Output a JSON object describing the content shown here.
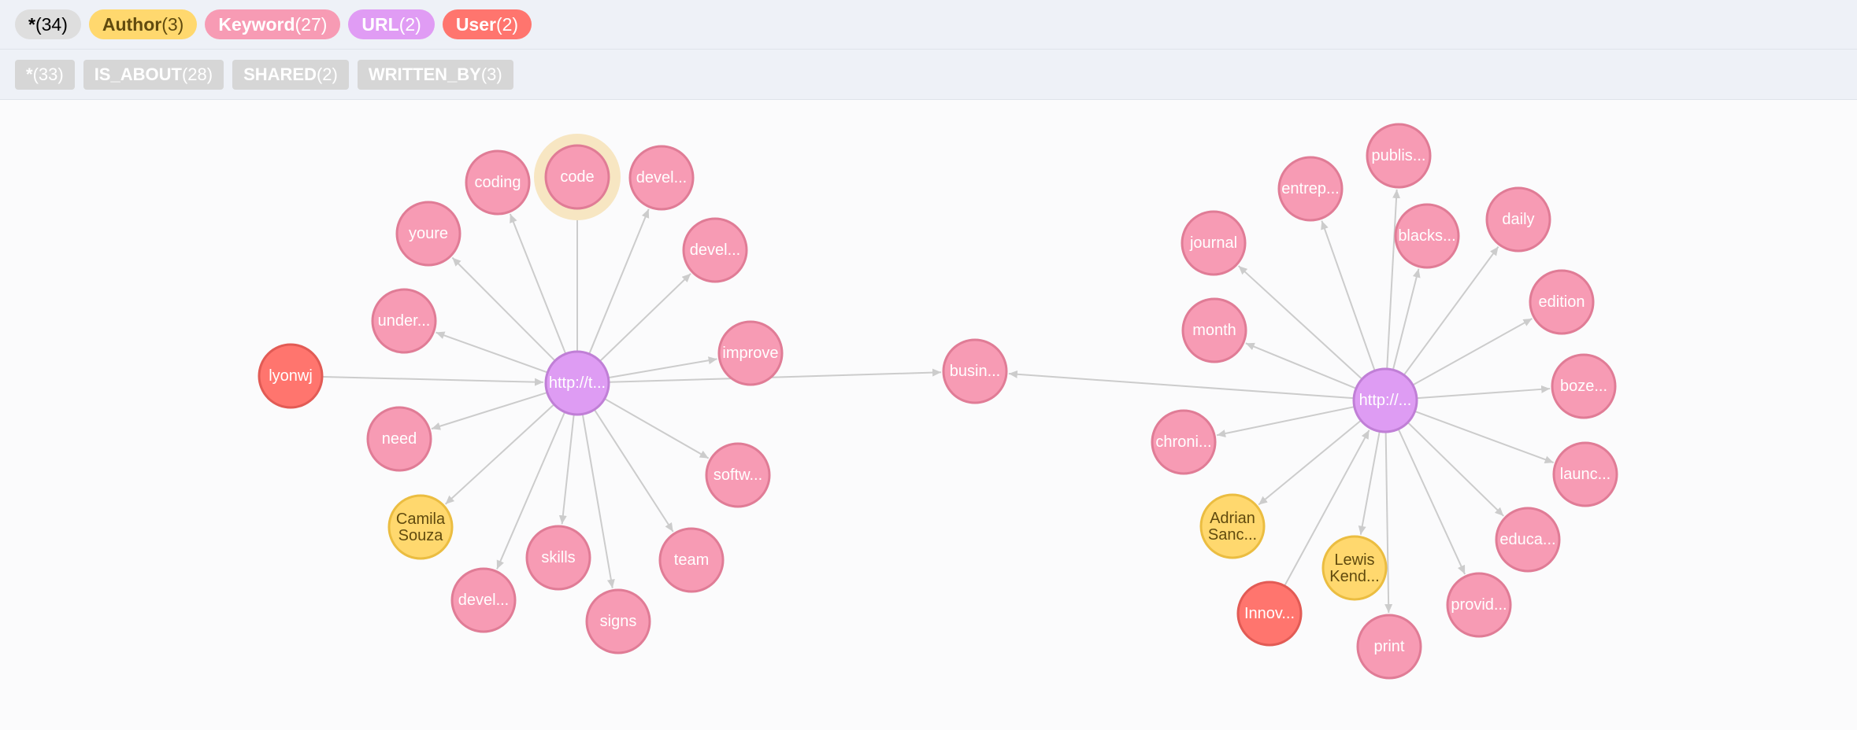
{
  "node_labels": [
    {
      "name": "*",
      "count": "(34)",
      "bg": "#dedede",
      "fg": "#000000"
    },
    {
      "name": "Author",
      "count": "(3)",
      "bg": "#ffd86e",
      "fg": "#604a0e"
    },
    {
      "name": "Keyword",
      "count": "(27)",
      "bg": "#f79bb4",
      "fg": "#ffffff"
    },
    {
      "name": "URL",
      "count": "(2)",
      "bg": "#e09cf4",
      "fg": "#ffffff"
    },
    {
      "name": "User",
      "count": "(2)",
      "bg": "#ff756e",
      "fg": "#ffffff"
    }
  ],
  "relationship_types": [
    {
      "name": "*",
      "count": "(33)"
    },
    {
      "name": "IS_ABOUT",
      "count": "(28)"
    },
    {
      "name": "SHARED",
      "count": "(2)"
    },
    {
      "name": "WRITTEN_BY",
      "count": "(3)"
    }
  ],
  "colors": {
    "Keyword": {
      "fill": "#f79bb4",
      "stroke": "#e07c96",
      "text": "#ffffff"
    },
    "URL": {
      "fill": "#de9cf3",
      "stroke": "#c07fd6",
      "text": "#ffffff"
    },
    "User": {
      "fill": "#ff756e",
      "stroke": "#e25b55",
      "text": "#ffffff"
    },
    "Author": {
      "fill": "#ffd86e",
      "stroke": "#ebbd41",
      "text": "#604a0e"
    },
    "edge": "#cccccc",
    "highlight": "#f7e6c2"
  },
  "graph": {
    "nodes": [
      {
        "id": "url1",
        "type": "URL",
        "caption": "http://t..."
      },
      {
        "id": "url2",
        "type": "URL",
        "caption": "http://..."
      },
      {
        "id": "k_code",
        "type": "Keyword",
        "caption": "code",
        "selected": true
      },
      {
        "id": "k_coding",
        "type": "Keyword",
        "caption": "coding"
      },
      {
        "id": "k_devel1",
        "type": "Keyword",
        "caption": "devel..."
      },
      {
        "id": "k_youre",
        "type": "Keyword",
        "caption": "youre"
      },
      {
        "id": "k_devel2",
        "type": "Keyword",
        "caption": "devel..."
      },
      {
        "id": "k_under",
        "type": "Keyword",
        "caption": "under..."
      },
      {
        "id": "k_improve",
        "type": "Keyword",
        "caption": "improve"
      },
      {
        "id": "u_lyonwj",
        "type": "User",
        "caption": "lyonwj"
      },
      {
        "id": "k_need",
        "type": "Keyword",
        "caption": "need"
      },
      {
        "id": "k_softw",
        "type": "Keyword",
        "caption": "softw..."
      },
      {
        "id": "a_camila",
        "type": "Author",
        "caption": "Camila Souza"
      },
      {
        "id": "k_skills",
        "type": "Keyword",
        "caption": "skills"
      },
      {
        "id": "k_team",
        "type": "Keyword",
        "caption": "team"
      },
      {
        "id": "k_devel3",
        "type": "Keyword",
        "caption": "devel..."
      },
      {
        "id": "k_signs",
        "type": "Keyword",
        "caption": "signs"
      },
      {
        "id": "k_busin",
        "type": "Keyword",
        "caption": "busin..."
      },
      {
        "id": "k_publis",
        "type": "Keyword",
        "caption": "publis..."
      },
      {
        "id": "k_entrep",
        "type": "Keyword",
        "caption": "entrep..."
      },
      {
        "id": "k_daily",
        "type": "Keyword",
        "caption": "daily"
      },
      {
        "id": "k_journal",
        "type": "Keyword",
        "caption": "journal"
      },
      {
        "id": "k_blacks",
        "type": "Keyword",
        "caption": "blacks..."
      },
      {
        "id": "k_edition",
        "type": "Keyword",
        "caption": "edition"
      },
      {
        "id": "k_month",
        "type": "Keyword",
        "caption": "month"
      },
      {
        "id": "k_boze",
        "type": "Keyword",
        "caption": "boze..."
      },
      {
        "id": "k_chroni",
        "type": "Keyword",
        "caption": "chroni..."
      },
      {
        "id": "k_launc",
        "type": "Keyword",
        "caption": "launc..."
      },
      {
        "id": "a_adrian",
        "type": "Author",
        "caption": "Adrian Sanc..."
      },
      {
        "id": "k_educa",
        "type": "Keyword",
        "caption": "educa..."
      },
      {
        "id": "a_lewis",
        "type": "Author",
        "caption": "Lewis Kend..."
      },
      {
        "id": "k_provid",
        "type": "Keyword",
        "caption": "provid..."
      },
      {
        "id": "u_innov",
        "type": "User",
        "caption": "Innov..."
      },
      {
        "id": "k_print",
        "type": "Keyword",
        "caption": "print"
      }
    ],
    "edges": [
      {
        "source": "url1",
        "target": "k_code"
      },
      {
        "source": "url1",
        "target": "k_coding"
      },
      {
        "source": "url1",
        "target": "k_devel1"
      },
      {
        "source": "url1",
        "target": "k_youre"
      },
      {
        "source": "url1",
        "target": "k_devel2"
      },
      {
        "source": "url1",
        "target": "k_under"
      },
      {
        "source": "url1",
        "target": "k_improve"
      },
      {
        "source": "u_lyonwj",
        "target": "url1"
      },
      {
        "source": "url1",
        "target": "k_need"
      },
      {
        "source": "url1",
        "target": "k_softw"
      },
      {
        "source": "url1",
        "target": "a_camila"
      },
      {
        "source": "url1",
        "target": "k_skills"
      },
      {
        "source": "url1",
        "target": "k_team"
      },
      {
        "source": "url1",
        "target": "k_devel3"
      },
      {
        "source": "url1",
        "target": "k_signs"
      },
      {
        "source": "url1",
        "target": "k_busin"
      },
      {
        "source": "url2",
        "target": "k_busin"
      },
      {
        "source": "url2",
        "target": "k_publis"
      },
      {
        "source": "url2",
        "target": "k_entrep"
      },
      {
        "source": "url2",
        "target": "k_daily"
      },
      {
        "source": "url2",
        "target": "k_journal"
      },
      {
        "source": "url2",
        "target": "k_blacks"
      },
      {
        "source": "url2",
        "target": "k_edition"
      },
      {
        "source": "url2",
        "target": "k_month"
      },
      {
        "source": "url2",
        "target": "k_boze"
      },
      {
        "source": "url2",
        "target": "k_chroni"
      },
      {
        "source": "url2",
        "target": "k_launc"
      },
      {
        "source": "url2",
        "target": "a_adrian"
      },
      {
        "source": "url2",
        "target": "k_educa"
      },
      {
        "source": "url2",
        "target": "a_lewis"
      },
      {
        "source": "url2",
        "target": "k_provid"
      },
      {
        "source": "u_innov",
        "target": "url2"
      },
      {
        "source": "url2",
        "target": "k_print"
      }
    ]
  }
}
